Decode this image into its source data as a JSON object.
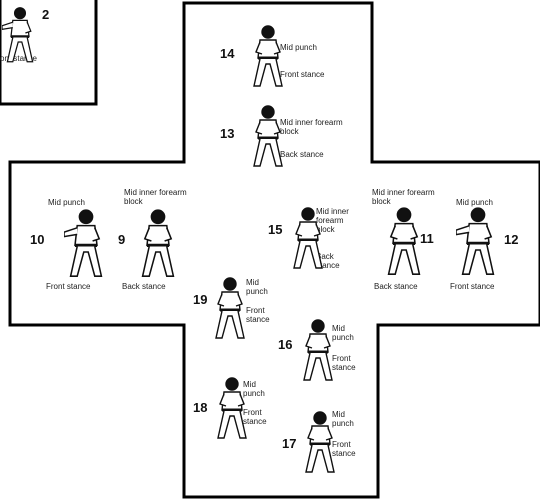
{
  "figures": [
    "karate-figure"
  ],
  "steps": {
    "s2": {
      "number": "2",
      "stance": "ont stance"
    },
    "s14": {
      "number": "14",
      "technique": "Mid punch",
      "stance": "Front stance"
    },
    "s13": {
      "number": "13",
      "technique": "Mid inner forearm block",
      "stance": "Back stance"
    },
    "s10": {
      "number": "10",
      "technique": "Mid punch",
      "stance": "Front stance"
    },
    "s9": {
      "number": "9",
      "technique": "Mid inner forearm block",
      "stance": "Back stance"
    },
    "s15": {
      "number": "15",
      "technique": "Mid inner forearm block",
      "stance": "Back stance"
    },
    "s11": {
      "number": "11",
      "technique": "Mid inner forearm block",
      "stance": "Back stance"
    },
    "s12": {
      "number": "12",
      "technique": "Mid punch",
      "stance": "Front stance"
    },
    "s19": {
      "number": "19",
      "technique": "Mid punch",
      "stance": "Front stance"
    },
    "s16": {
      "number": "16",
      "technique": "Mid punch",
      "stance": "Front stance"
    },
    "s18": {
      "number": "18",
      "technique": "Mid punch",
      "stance": "Front stance"
    },
    "s17": {
      "number": "17",
      "technique": "Mid punch",
      "stance": "Front stance"
    }
  }
}
